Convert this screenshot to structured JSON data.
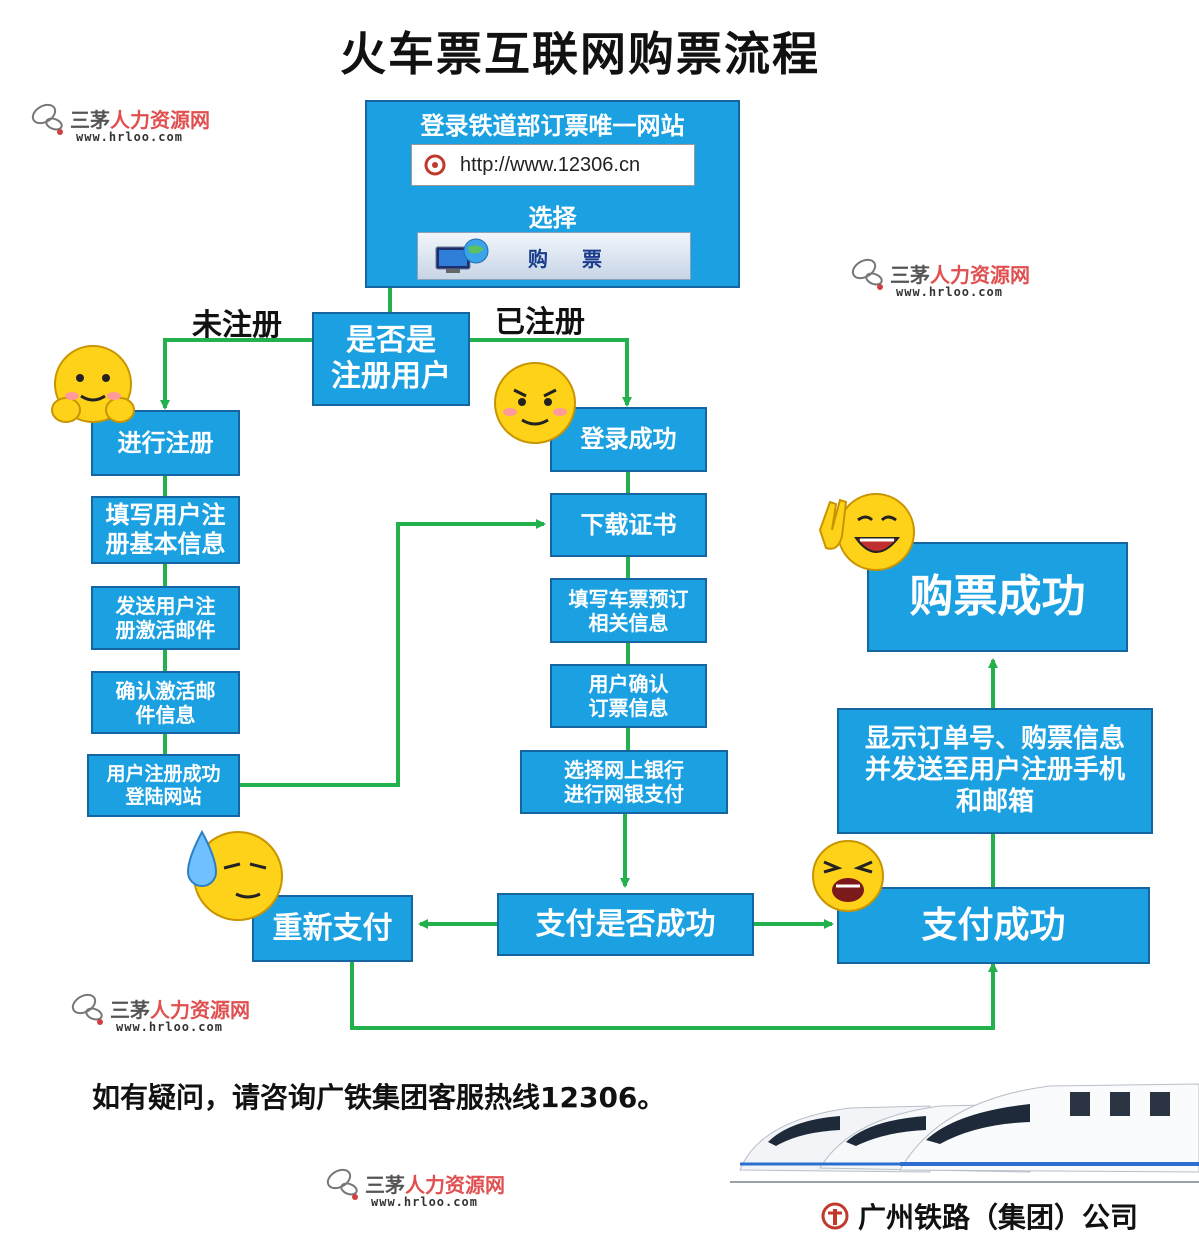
{
  "title": "火车票互联网购票流程",
  "top_panel": {
    "heading": "登录铁道部订票唯一网站",
    "url": "http://www.12306.cn",
    "select_label": "选择",
    "buy_button": "购票"
  },
  "branch_labels": {
    "unregistered": "未注册",
    "registered": "已注册"
  },
  "nodes": {
    "is_registered": [
      "是否是",
      "注册用户"
    ],
    "register": "进行注册",
    "fill_info": [
      "填写用户注",
      "册基本信息"
    ],
    "send_email": [
      "发送用户注",
      "册激活邮件"
    ],
    "confirm_email": [
      "确认激活邮",
      "件信息"
    ],
    "reg_success": [
      "用户注册成功",
      "登陆网站"
    ],
    "login_success": "登录成功",
    "download_cert": "下载证书",
    "fill_ticket": [
      "填写车票预订",
      "相关信息"
    ],
    "confirm_order": [
      "用户确认",
      "订票信息"
    ],
    "choose_bank": [
      "选择网上银行",
      "进行网银支付"
    ],
    "pay_check": "支付是否成功",
    "repay": "重新支付",
    "pay_success": "支付成功",
    "show_order": [
      "显示订单号、购票信息",
      "并发送至用户注册手机",
      "和邮箱"
    ],
    "buy_success": "购票成功"
  },
  "footer_note": "如有疑问，请咨询广铁集团客服热线12306。",
  "company": "广州铁路（集团）公司",
  "watermark": {
    "brand_a": "三茅",
    "brand_b": "人力资源网",
    "url": "www.hrloo.com"
  },
  "colors": {
    "box": "#1ba1e2",
    "box_border": "#1565a0",
    "line": "#22b14c",
    "text": "#111111"
  }
}
